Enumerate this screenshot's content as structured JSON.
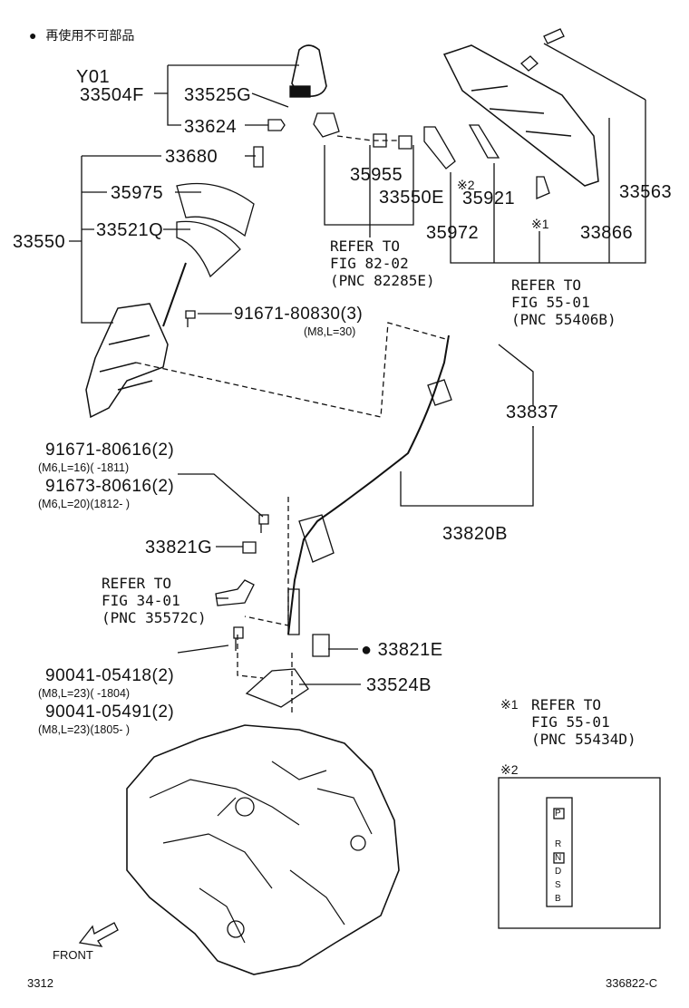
{
  "legend": {
    "marker": "●",
    "text": "再使用不可部品"
  },
  "parts": {
    "y01": "Y01",
    "p33504F": "33504F",
    "p33525G": "33525G",
    "p33624": "33624",
    "p33680": "33680",
    "p35975": "35975",
    "p33550": "33550",
    "p33521Q": "33521Q",
    "p91671_80830": "91671-80830(3)",
    "p91671_80830_spec": "(M8,L=30)",
    "p35955": "35955",
    "p33550E": "33550E",
    "p35921": "35921",
    "p35921_mark": "※2",
    "p35972": "35972",
    "p33866": "33866",
    "p33563": "33563",
    "mark1": "※1",
    "p33837": "33837",
    "p91671_80616": "91671-80616(2)",
    "p91671_80616_spec": "(M6,L=16)(      -1811)",
    "p91673_80616": "91673-80616(2)",
    "p91673_80616_spec": "(M6,L=20)(1812-      )",
    "p33820B": "33820B",
    "p33821G": "33821G",
    "p33821E": "33821E",
    "p33821E_marker": "●",
    "p90041_05418": "90041-05418(2)",
    "p90041_05418_spec": "(M8,L=23)(      -1804)",
    "p90041_05491": "90041-05491(2)",
    "p90041_05491_spec": "(M8,L=23)(1805-      )",
    "p33524B": "33524B"
  },
  "refs": {
    "fig82": [
      "REFER TO",
      "FIG 82-02",
      "(PNC 82285E)"
    ],
    "fig55a": [
      "REFER TO",
      "FIG 55-01",
      "(PNC 55406B)"
    ],
    "fig34": [
      "REFER TO",
      "FIG 34-01",
      "(PNC 35572C)"
    ],
    "fig55b_mark": "※1",
    "fig55b": [
      "REFER TO",
      "FIG 55-01",
      "(PNC 55434D)"
    ]
  },
  "inset": {
    "mark": "※2",
    "gears": [
      "P",
      "R",
      "N",
      "D",
      "S",
      "B"
    ]
  },
  "footer": {
    "page": "3312",
    "code": "336822-C",
    "front": "FRONT"
  }
}
